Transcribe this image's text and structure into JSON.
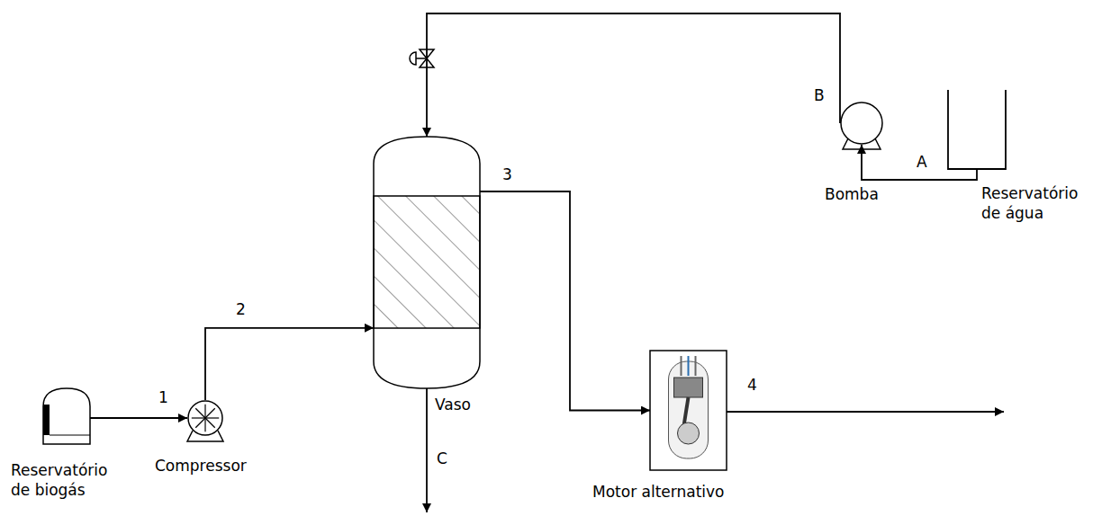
{
  "diagram": {
    "nodes": [
      {
        "text": [
          "Reservatório de biogás"
        ]
      },
      {
        "text": [
          "Compressor"
        ]
      },
      {
        "text": [
          "Vaso"
        ]
      },
      {
        "text": [
          "Motor alternativo"
        ]
      },
      {
        "text": [
          "Bomba"
        ]
      },
      {
        "text": [
          "Reservatório de água"
        ]
      }
    ],
    "edges": [
      {
        "from": 0,
        "to": 1,
        "arrow": "to",
        "label": "1"
      },
      {
        "from": 1,
        "to": 2,
        "arrow": "to",
        "label": "2"
      },
      {
        "from": 2,
        "to": 3,
        "arrow": "to",
        "label": "3"
      },
      {
        "from": 4,
        "to": 2,
        "arrow": "to",
        "label": "B"
      },
      {
        "from": 5,
        "to": 4,
        "arrow": "to",
        "label": "A"
      }
    ],
    "labels": [
      "4",
      "C"
    ]
  }
}
